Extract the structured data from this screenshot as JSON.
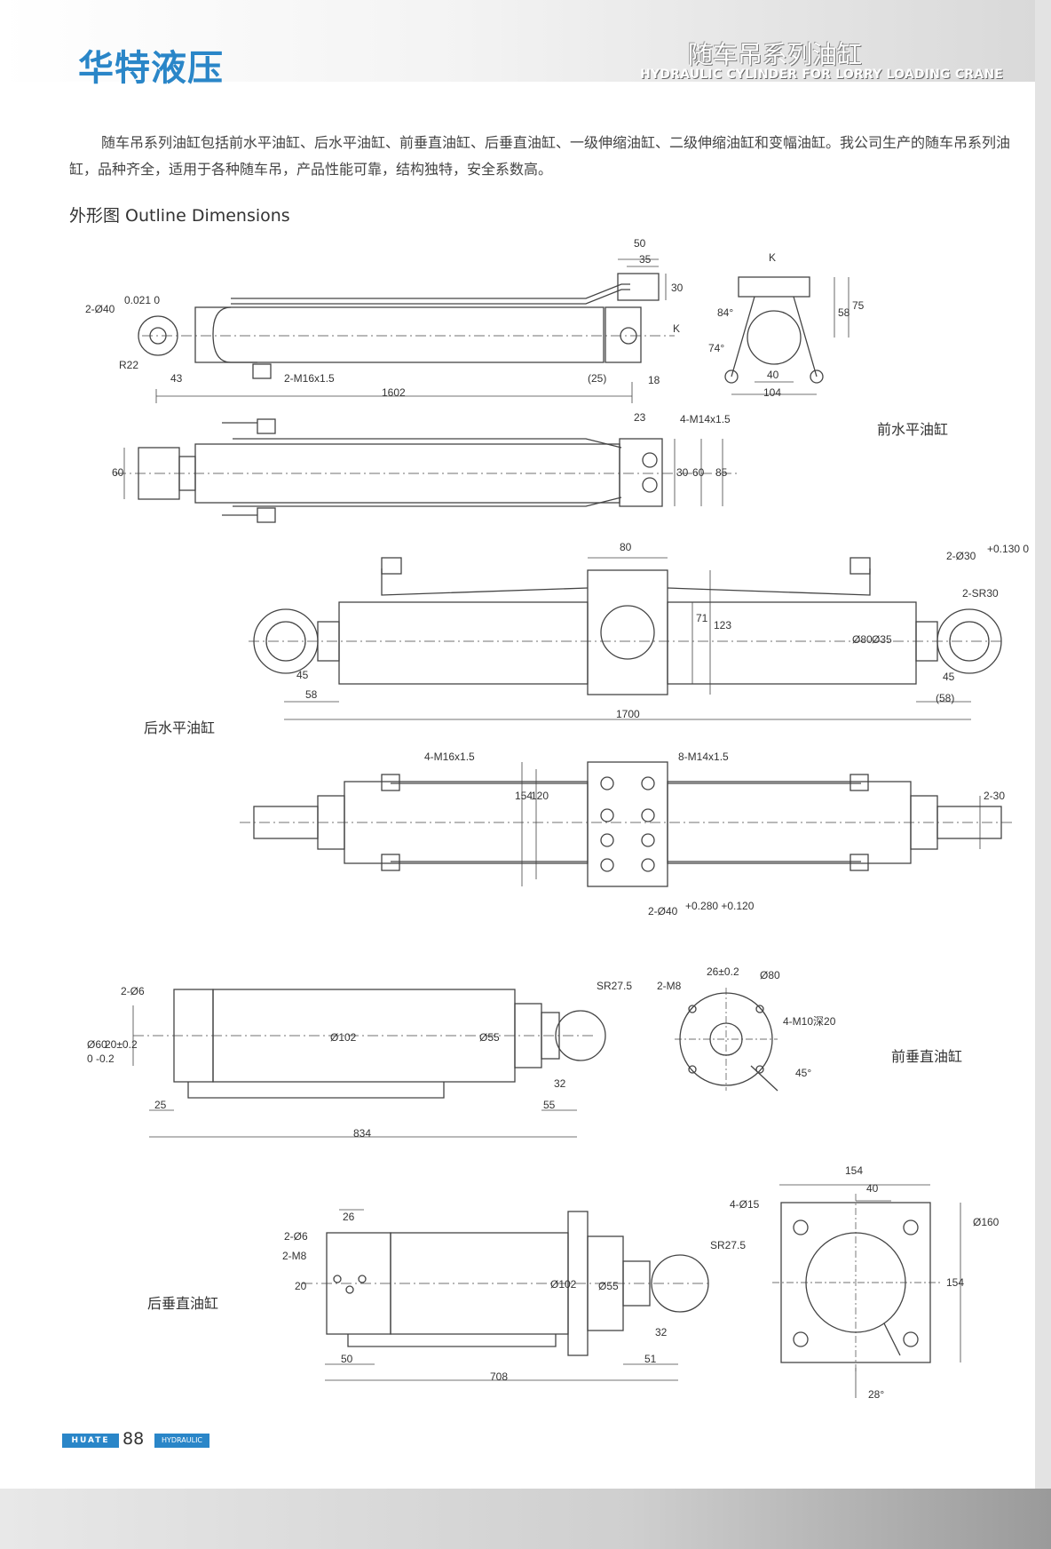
{
  "header": {
    "brand": "华特液压",
    "series_cn": "随车吊系列油缸",
    "series_en": "HYDRAULIC CYLINDER FOR LORRY LOADING CRANE"
  },
  "intro": "随车吊系列油缸包括前水平油缸、后水平油缸、前垂直油缸、后垂直油缸、一级伸缩油缸、二级伸缩油缸和变幅油缸。我公司生产的随车吊系列油缸，品种齐全，适用于各种随车吊，产品性能可靠，结构独特，安全系数高。",
  "section_title": "外形图  Outline Dimensions",
  "labels": {
    "front_horizontal": "前水平油缸",
    "rear_horizontal": "后水平油缸",
    "front_vertical": "前垂直油缸",
    "rear_vertical": "后垂直油缸"
  },
  "dims": {
    "fh1": {
      "d1": "2-Ø40",
      "tol": "0.021 0",
      "r": "R22",
      "a": "43",
      "port": "2-M16x1.5",
      "len": "1602",
      "p25": "(25)",
      "p18": "18",
      "w50": "50",
      "w35": "35",
      "h30": "30",
      "k": "K"
    },
    "fhk": {
      "k": "K",
      "a84": "84°",
      "a74": "74°",
      "h58": "58",
      "h75": "75",
      "w40": "40",
      "w104": "104"
    },
    "fh2": {
      "h60": "60",
      "w23": "23",
      "port": "4-M14x1.5",
      "v30": "30",
      "v60": "60",
      "v85": "85"
    },
    "rh1": {
      "w80": "80",
      "d30": "2-Ø30",
      "tol30": "+0.130 0",
      "sr": "2-SR30",
      "h71": "71",
      "h123": "123",
      "d80": "Ø80",
      "d35": "Ø35",
      "l45": "45",
      "l58": "58",
      "r45": "45",
      "r58": "(58)",
      "len": "1700"
    },
    "rh2": {
      "p1": "4-M16x1.5",
      "p2": "8-M14x1.5",
      "h154": "154",
      "h120": "120",
      "v230": "2-30",
      "d40": "2-Ø40",
      "tol40": "+0.280 +0.120"
    },
    "fv": {
      "d6": "2-Ø6",
      "d60": "Ø60",
      "tol60": "0 -0.2",
      "h20": "20±0.2",
      "d102": "Ø102",
      "d55": "Ø55",
      "sr": "SR27.5",
      "w32": "32",
      "w55": "55",
      "w25": "25",
      "len": "834",
      "m8": "2-M8",
      "w26": "26±0.2",
      "d80": "Ø80",
      "m10": "4-M10深20",
      "a45": "45°"
    },
    "rv": {
      "w26": "26",
      "d6": "2-Ø6",
      "m8": "2-M8",
      "h20": "20",
      "d102": "Ø102",
      "d55": "Ø55",
      "sr": "SR27.5",
      "w32": "32",
      "w50": "50",
      "w51": "51",
      "len": "708",
      "w154": "154",
      "w40": "40",
      "d15": "4-Ø15",
      "d160": "Ø160",
      "h154": "154",
      "a28": "28°"
    }
  },
  "footer": {
    "tag": "HUATE",
    "page": "88",
    "tag2": "HYDRAULIC"
  }
}
